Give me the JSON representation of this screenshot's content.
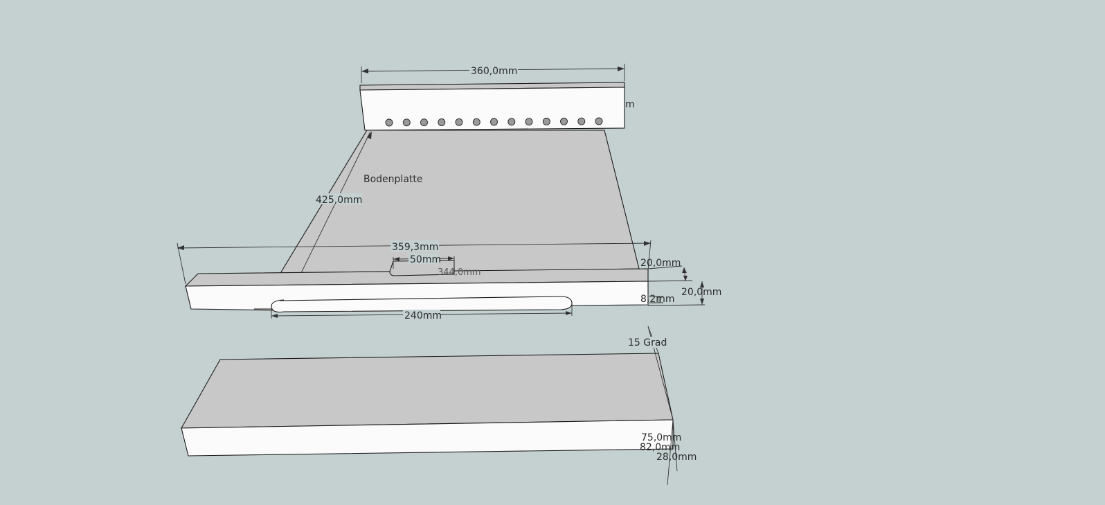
{
  "labels": {
    "back_width": "360,0mm",
    "back_height_partial": "m",
    "base_label": "Bodenplatte",
    "base_depth": "425,0mm",
    "front_width": "359,3mm",
    "slot_width_top": "50mm",
    "inner_partial": "344,0mm",
    "front_thickness": "20,0mm",
    "front_height": "20,0mm",
    "groove_depth": "8,2mm",
    "groove_length": "240mm",
    "angle": "15 Grad",
    "wedge_dim_1": "75,0mm",
    "wedge_dim_2": "82,0mm",
    "wedge_dim_3": "28,0mm"
  },
  "holes": {
    "count": 13
  }
}
